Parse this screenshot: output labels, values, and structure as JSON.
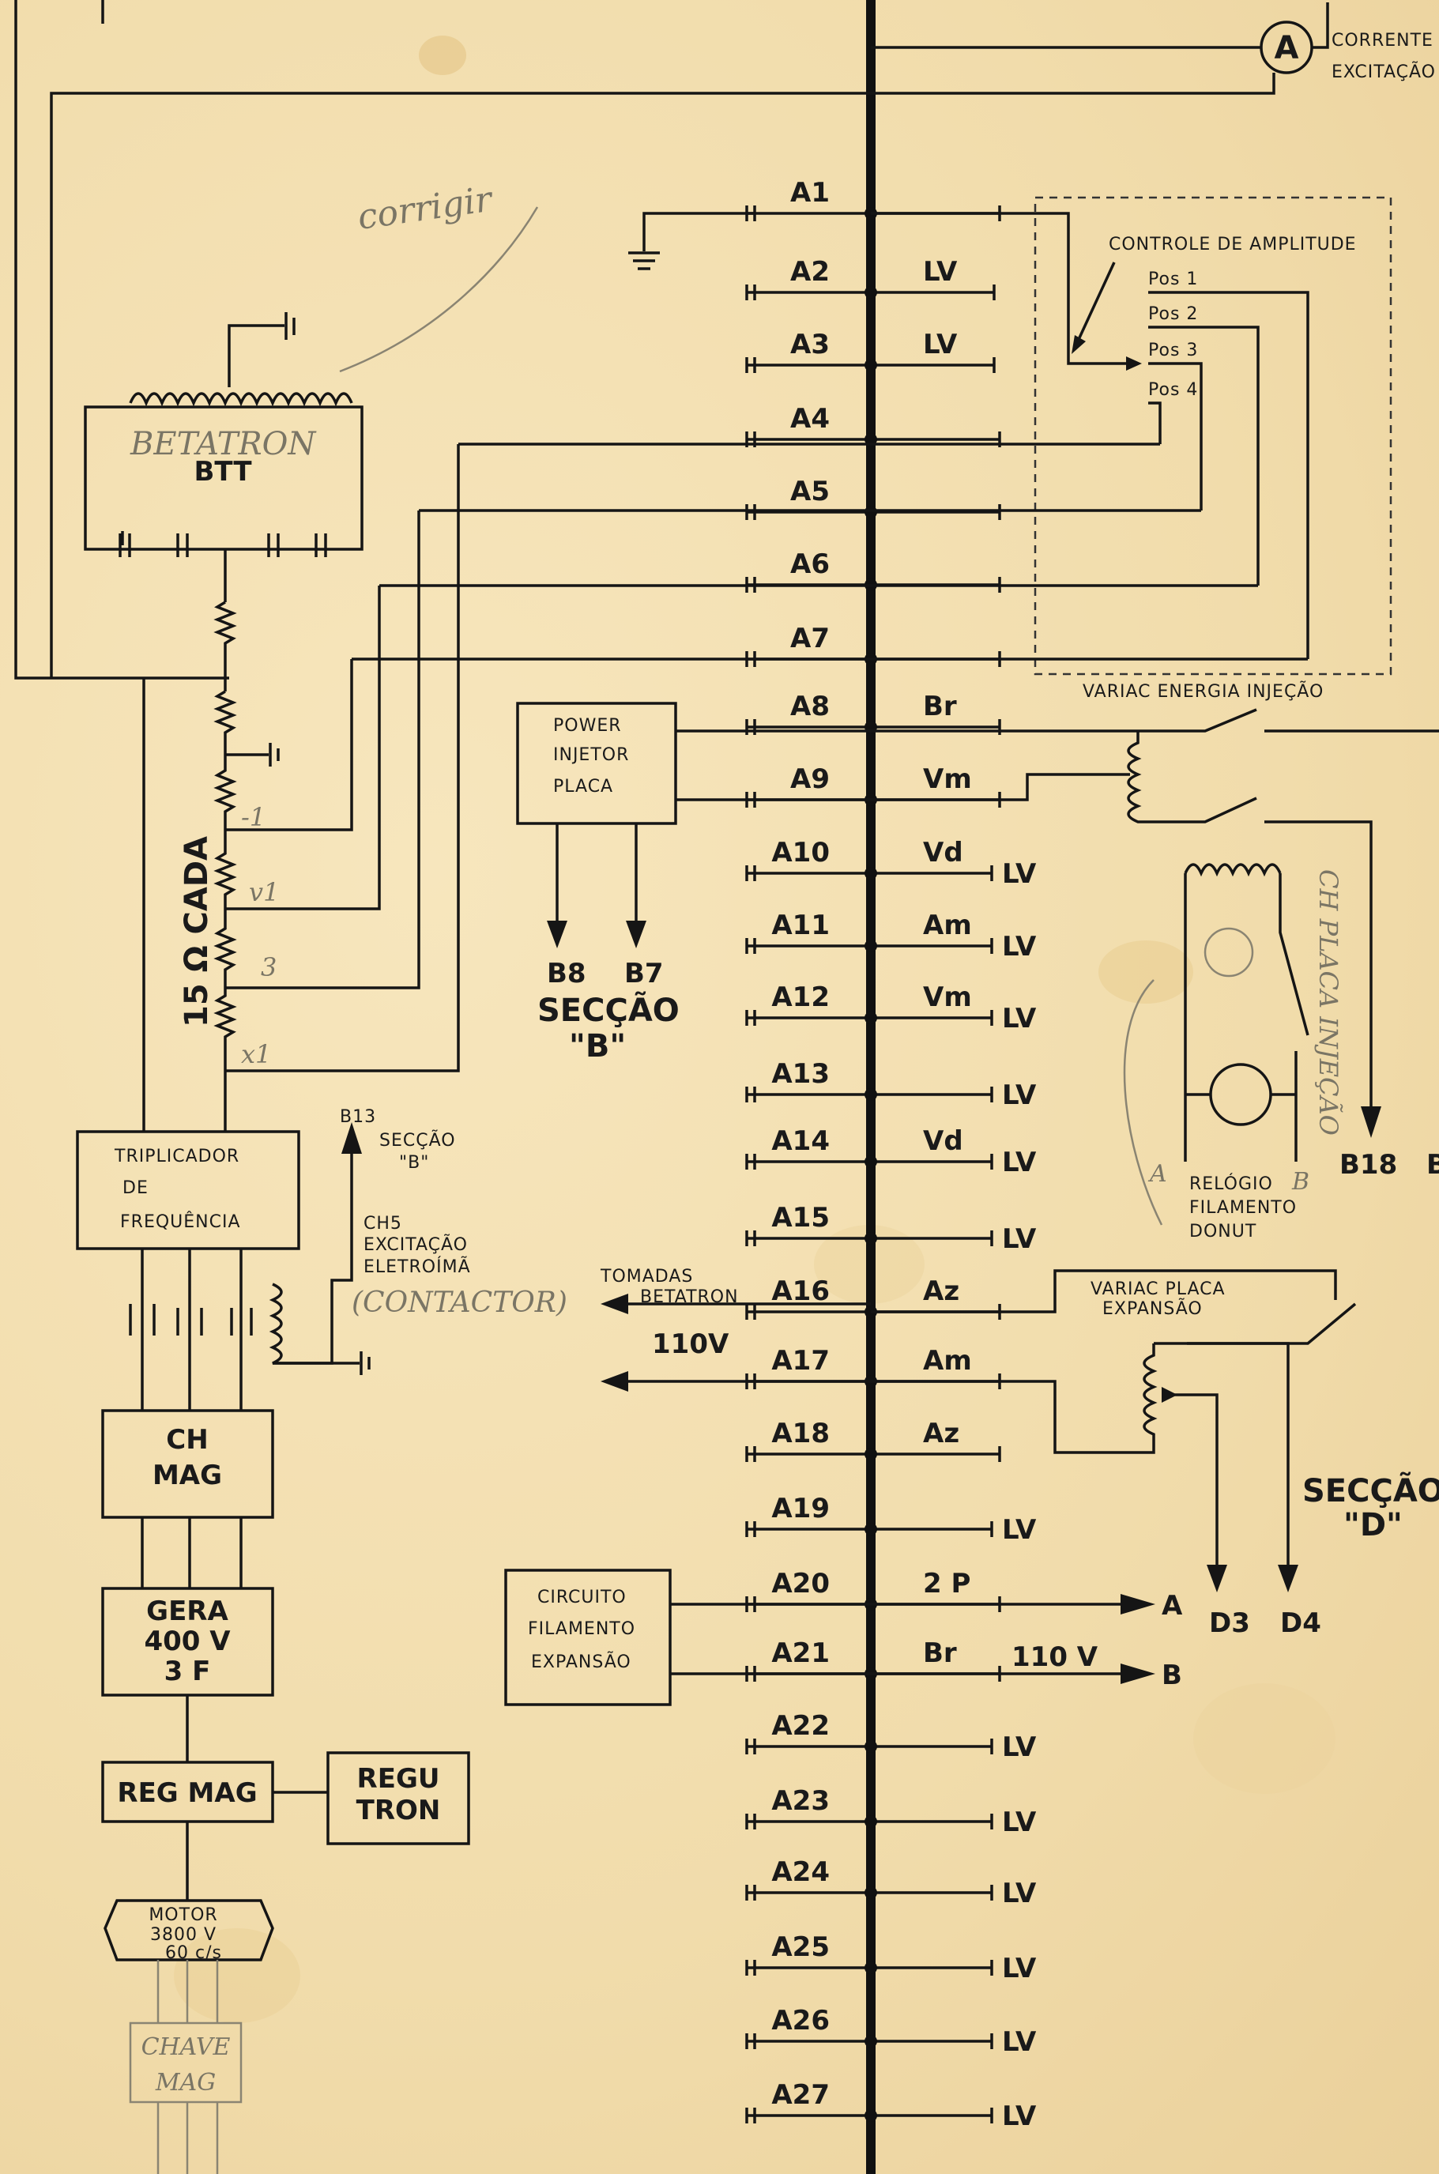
{
  "header": {
    "ammeter_symbol": "A",
    "ammeter_label_1": "CORRENTE",
    "ammeter_label_2": "EXCITAÇÃO"
  },
  "amplitude_control": {
    "title": "CONTROLE DE AMPLITUDE",
    "positions": [
      "Pos 1",
      "Pos 2",
      "Pos 3",
      "Pos 4"
    ]
  },
  "betatron": {
    "pencil_note": "corrigir",
    "pencil_name": "BETATRON",
    "label": "BTT"
  },
  "resistor_chain": {
    "label": "15 Ω CADA",
    "pencil_taps": [
      "-1",
      "v1",
      "3",
      "x1"
    ]
  },
  "terminals": [
    {
      "label": "A1",
      "wire": "",
      "end": ""
    },
    {
      "label": "A2",
      "wire": "LV",
      "end": ""
    },
    {
      "label": "A3",
      "wire": "LV",
      "end": ""
    },
    {
      "label": "A4",
      "wire": "",
      "end": ""
    },
    {
      "label": "A5",
      "wire": "",
      "end": ""
    },
    {
      "label": "A6",
      "wire": "",
      "end": ""
    },
    {
      "label": "A7",
      "wire": "",
      "end": ""
    },
    {
      "label": "A8",
      "wire": "Br",
      "end": ""
    },
    {
      "label": "A9",
      "wire": "Vm",
      "end": ""
    },
    {
      "label": "A10",
      "wire": "Vd",
      "end": "LV"
    },
    {
      "label": "A11",
      "wire": "Am",
      "end": "LV"
    },
    {
      "label": "A12",
      "wire": "Vm",
      "end": "LV"
    },
    {
      "label": "A13",
      "wire": "",
      "end": "LV"
    },
    {
      "label": "A14",
      "wire": "Vd",
      "end": "LV"
    },
    {
      "label": "A15",
      "wire": "",
      "end": "LV"
    },
    {
      "label": "A16",
      "wire": "Az",
      "end": ""
    },
    {
      "label": "A17",
      "wire": "Am",
      "end": ""
    },
    {
      "label": "A18",
      "wire": "Az",
      "end": ""
    },
    {
      "label": "A19",
      "wire": "",
      "end": "LV"
    },
    {
      "label": "A20",
      "wire": "2 P",
      "end": ""
    },
    {
      "label": "A21",
      "wire": "Br",
      "end": ""
    },
    {
      "label": "A22",
      "wire": "",
      "end": "LV"
    },
    {
      "label": "A23",
      "wire": "",
      "end": "LV"
    },
    {
      "label": "A24",
      "wire": "",
      "end": "LV"
    },
    {
      "label": "A25",
      "wire": "",
      "end": "LV"
    },
    {
      "label": "A26",
      "wire": "",
      "end": "LV"
    },
    {
      "label": "A27",
      "wire": "",
      "end": "LV"
    }
  ],
  "power_injector": {
    "line1": "POWER",
    "line2": "INJETOR",
    "line3": "PLACA",
    "out_left": "B8",
    "out_right": "B7",
    "section": "SECÇÃO",
    "section_id": "\"B\""
  },
  "injection_variac": {
    "label": "VARIAC ENERGIA INJEÇÃO",
    "pencil_ch": "CH PLACA INJEÇÃO",
    "out": "B18",
    "out_cut": "B"
  },
  "donut": {
    "line1": "RELÓGIO",
    "line2": "FILAMENTO",
    "line3": "DONUT",
    "pencil_a": "A",
    "pencil_b": "B"
  },
  "triplicador": {
    "line1": "TRIPLICADOR",
    "line2": "DE",
    "line3": "FREQUÊNCIA"
  },
  "contactor": {
    "ref": "B13",
    "ref_line1": "SECÇÃO",
    "ref_line2": "\"B\"",
    "label1": "CH5",
    "label2": "EXCITAÇÃO",
    "label3": "ELETROÍMÃ",
    "pencil": "(CONTACTOR)"
  },
  "chain_boxes": {
    "ch_mag_1": "CH",
    "ch_mag_2": "MAG",
    "gera_1": "GERA",
    "gera_2": "400 V",
    "gera_3": "3 F",
    "reg_mag": "REG MAG",
    "regutron_1": "REGU",
    "regutron_2": "TRON",
    "motor_1": "MOTOR",
    "motor_2": "3800 V",
    "motor_3": "60 c/s",
    "chave_1": "CHAVE",
    "chave_2": "MAG"
  },
  "tomadas": {
    "line1": "TOMADAS",
    "line2": "BETATRON",
    "voltage": "110V"
  },
  "variac_expansao": {
    "line1": "VARIAC PLACA",
    "line2": "EXPANSÃO",
    "section": "SECÇÃO",
    "section_id": "\"D\"",
    "out1": "D3",
    "out2": "D4"
  },
  "filamento_expansao": {
    "line1": "CIRCUITO",
    "line2": "FILAMENTO",
    "line3": "EXPANSÃO",
    "out_a": "A",
    "out_b": "B",
    "voltage": "110 V"
  }
}
